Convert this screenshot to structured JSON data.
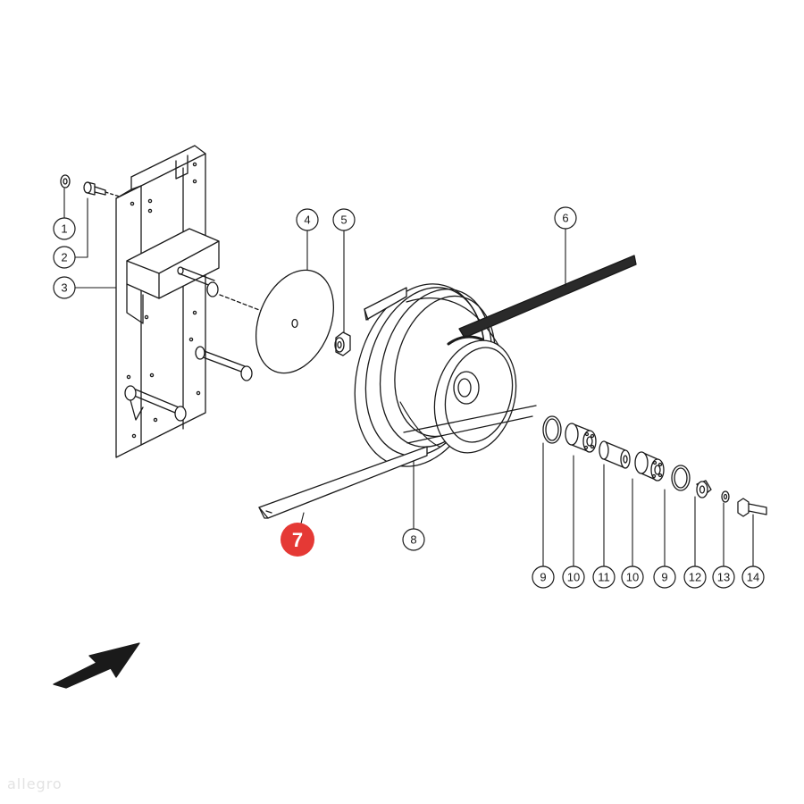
{
  "callouts": [
    {
      "id": "callout-1",
      "label": "1"
    },
    {
      "id": "callout-2",
      "label": "2"
    },
    {
      "id": "callout-3",
      "label": "3"
    },
    {
      "id": "callout-4",
      "label": "4"
    },
    {
      "id": "callout-5",
      "label": "5"
    },
    {
      "id": "callout-6",
      "label": "6"
    },
    {
      "id": "callout-7",
      "label": "7",
      "highlighted": true
    },
    {
      "id": "callout-8",
      "label": "8"
    },
    {
      "id": "callout-9a",
      "label": "9"
    },
    {
      "id": "callout-10a",
      "label": "10"
    },
    {
      "id": "callout-11",
      "label": "11"
    },
    {
      "id": "callout-10b",
      "label": "10"
    },
    {
      "id": "callout-9b",
      "label": "9"
    },
    {
      "id": "callout-12",
      "label": "12"
    },
    {
      "id": "callout-13",
      "label": "13"
    },
    {
      "id": "callout-14",
      "label": "14"
    }
  ],
  "colors": {
    "line": "#1a1a1a",
    "highlight": "#e53935",
    "belt": "#2a2a2a"
  },
  "icons": {
    "direction_arrow": "arrow-icon"
  },
  "watermark": "allegro"
}
